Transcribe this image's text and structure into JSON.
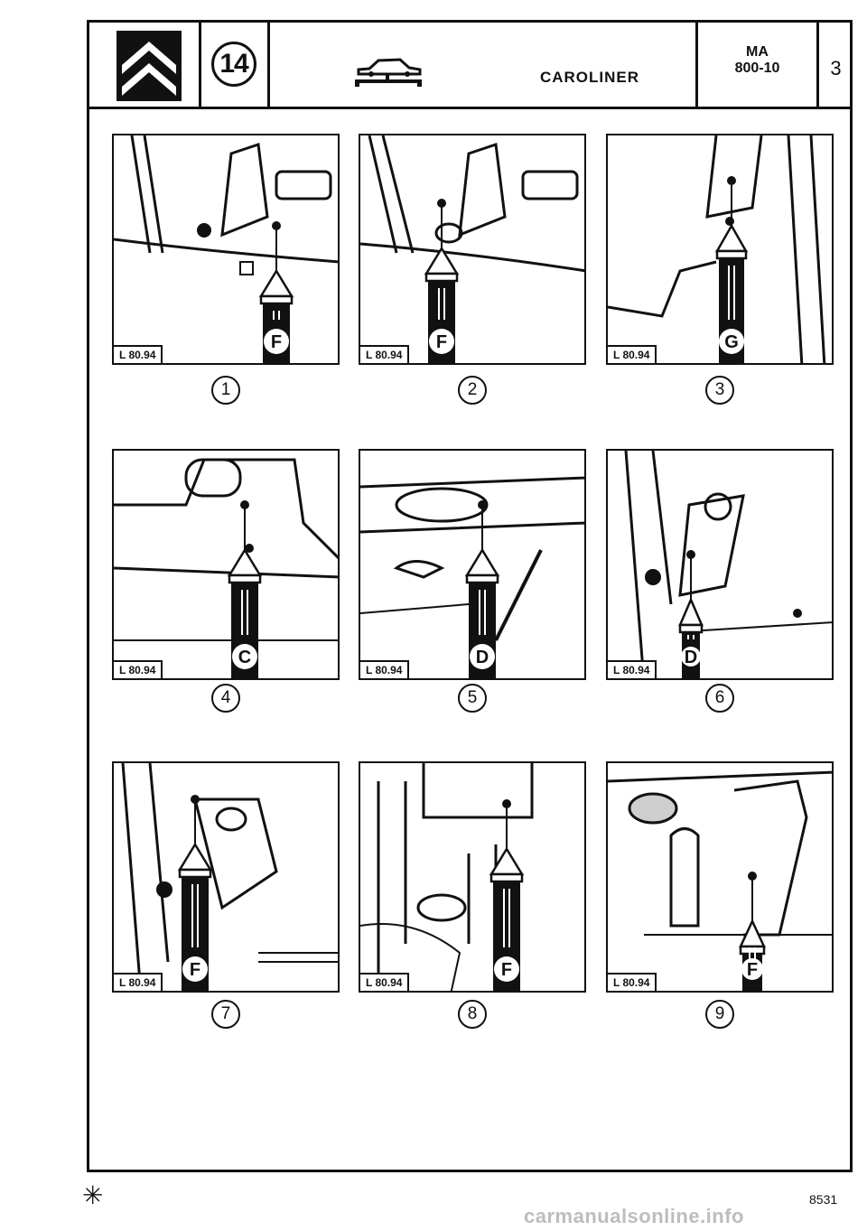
{
  "header": {
    "chapter_number": "14",
    "title": "CAROLINER",
    "ref_line1": "MA",
    "ref_line2": "800-10",
    "page_number": "3",
    "logo_icon": "double-chevron-logo-icon",
    "car_icon": "car-on-bench-icon"
  },
  "panels": [
    {
      "step": "1",
      "tool_ref": "L 80.94",
      "tool_letter": "F"
    },
    {
      "step": "2",
      "tool_ref": "L 80.94",
      "tool_letter": "F"
    },
    {
      "step": "3",
      "tool_ref": "L 80.94",
      "tool_letter": "G"
    },
    {
      "step": "4",
      "tool_ref": "L 80.94",
      "tool_letter": "C"
    },
    {
      "step": "5",
      "tool_ref": "L 80.94",
      "tool_letter": "D"
    },
    {
      "step": "6",
      "tool_ref": "L 80.94",
      "tool_letter": "D"
    },
    {
      "step": "7",
      "tool_ref": "L 80.94",
      "tool_letter": "F"
    },
    {
      "step": "8",
      "tool_ref": "L 80.94",
      "tool_letter": "F"
    },
    {
      "step": "9",
      "tool_ref": "L 80.94",
      "tool_letter": "F"
    }
  ],
  "footer": {
    "mark": "✳",
    "code": "8531",
    "watermark": "carmanualsonline.info"
  }
}
